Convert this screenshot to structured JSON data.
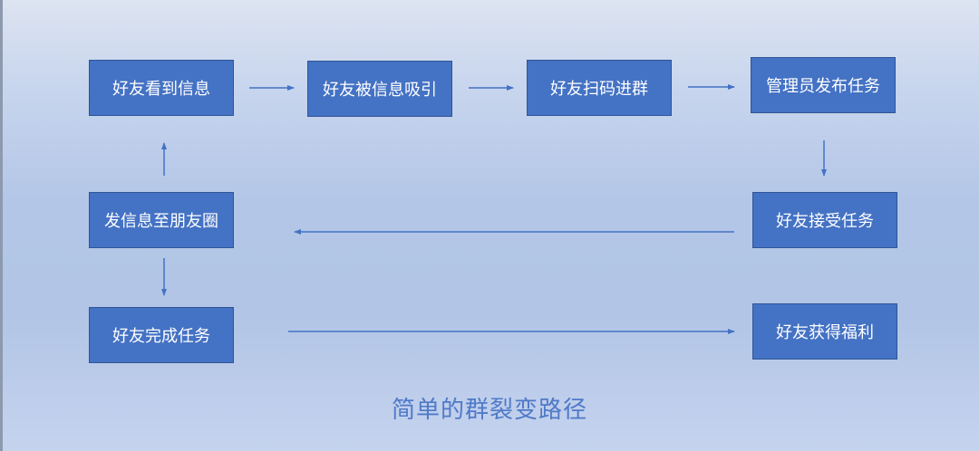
{
  "nodes": {
    "friend_sees_info": "好友看到信息",
    "friend_attracted": "好友被信息吸引",
    "friend_scans_code": "好友扫码进群",
    "admin_posts_task": "管理员发布任务",
    "friend_accepts_task": "好友接受任务",
    "post_to_moments": "发信息至朋友圈",
    "friend_completes_task": "好友完成任务",
    "friend_gets_reward": "好友获得福利"
  },
  "caption": "简单的群裂变路径",
  "colors": {
    "node_fill": "#4472c4",
    "node_border": "#2f5597",
    "node_text": "#ffffff",
    "arrow": "#4472c4",
    "caption": "#4f79c8"
  }
}
